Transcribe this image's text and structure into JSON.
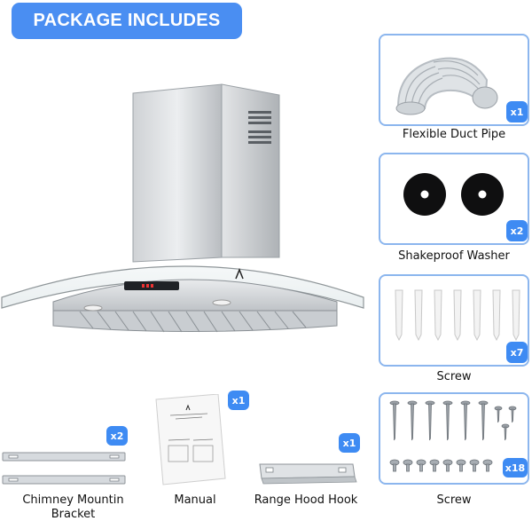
{
  "header": {
    "title": "PACKAGE INCLUDES"
  },
  "items": {
    "duct_pipe": {
      "label": "Flexible Duct Pipe",
      "qty": "x1"
    },
    "washer": {
      "label": "Shakeproof Washer",
      "qty": "x2"
    },
    "screw_anchor": {
      "label": "Screw",
      "qty": "x7"
    },
    "screw_set": {
      "label": "Screw",
      "qty": "x18"
    },
    "bracket": {
      "label": "Chimney Mountin Bracket",
      "qty": "x2"
    },
    "manual": {
      "label": "Manual",
      "qty": "x1"
    },
    "hook": {
      "label": "Range Hood Hook",
      "qty": "x1"
    }
  },
  "icons": {
    "hood": "range-hood-icon",
    "duct": "duct-pipe-icon",
    "washer": "washer-icon",
    "anchor": "wall-anchor-icon",
    "screws": "screw-icon",
    "bracket": "bracket-icon",
    "manual": "manual-icon",
    "hook": "hook-icon"
  },
  "colors": {
    "accent": "#4a8ef2",
    "card_border": "#8cb6ee",
    "badge": "#3e8bf3"
  }
}
